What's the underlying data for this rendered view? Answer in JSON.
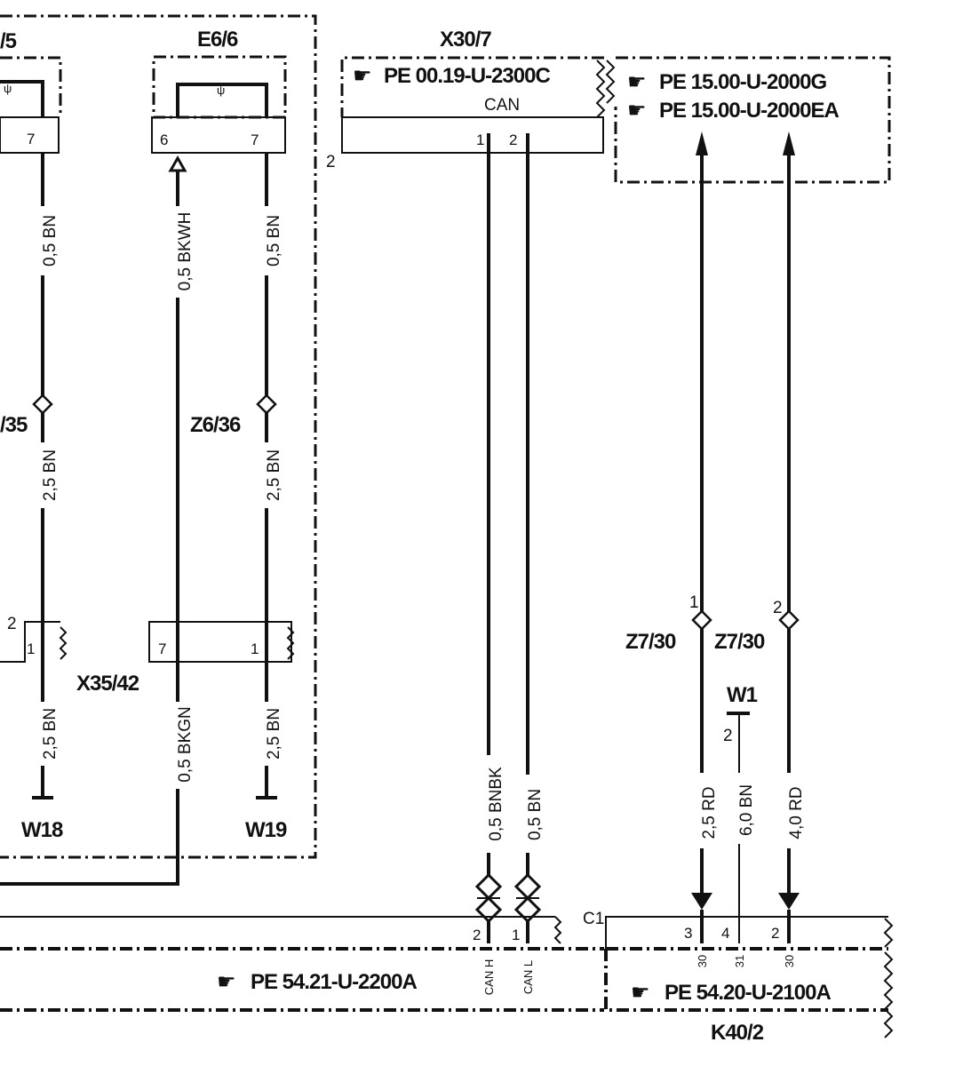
{
  "components": {
    "e6_5": "/5",
    "e6_6": "E6/6",
    "x30_7": "X30/7",
    "x35_42": "X35/42",
    "k40_2": "K40/2",
    "w1": "W1",
    "w18": "W18",
    "w19": "W19"
  },
  "references": {
    "x30_pe": "PE  00.19-U-2300C",
    "x30_can": "CAN",
    "pe_2000g": "PE  15.00-U-2000G",
    "pe_2000ea": "PE  15.00-U-2000EA",
    "pe_2200a": "PE  54.21-U-2200A",
    "pe_2100a": "PE  54.20-U-2100A"
  },
  "splices": {
    "z6_35": "/35",
    "z6_36": "Z6/36",
    "z7_30_a": "Z7/30",
    "z7_30_b": "Z7/30"
  },
  "wires": {
    "a_top": "0,5 BN",
    "a_mid": "2,5 BN",
    "a_bot": "2,5 BN",
    "b_top": "0,5 BKWH",
    "b_bot": "0,5 BKGN",
    "c_top": "0,5 BN",
    "c_mid": "2,5 BN",
    "c_bot": "2,5 BN",
    "can_h": "0,5 BNBK",
    "can_l": "0,5 BN",
    "rd1": "2,5 RD",
    "w1": "6,0 BN",
    "rd2": "4,0 RD"
  },
  "pins": {
    "p7a": "7",
    "p6": "6",
    "p7b": "7",
    "p2_x35": "2",
    "p1_x35a": "1",
    "p7_x35": "7",
    "p1_x35b": "1",
    "p1_x30": "1",
    "p2_x30": "2",
    "p2_left": "2",
    "p2_can": "2",
    "p1_can": "1",
    "p3_k40": "3",
    "p4_k40": "4",
    "p2_k40": "2",
    "z7_1": "1",
    "z7_2": "2",
    "w1_2": "2",
    "c1": "C1"
  },
  "terminals": {
    "can_h": "CAN H",
    "can_l": "CAN L",
    "t30a": "30",
    "t31": "31",
    "t30b": "30"
  }
}
